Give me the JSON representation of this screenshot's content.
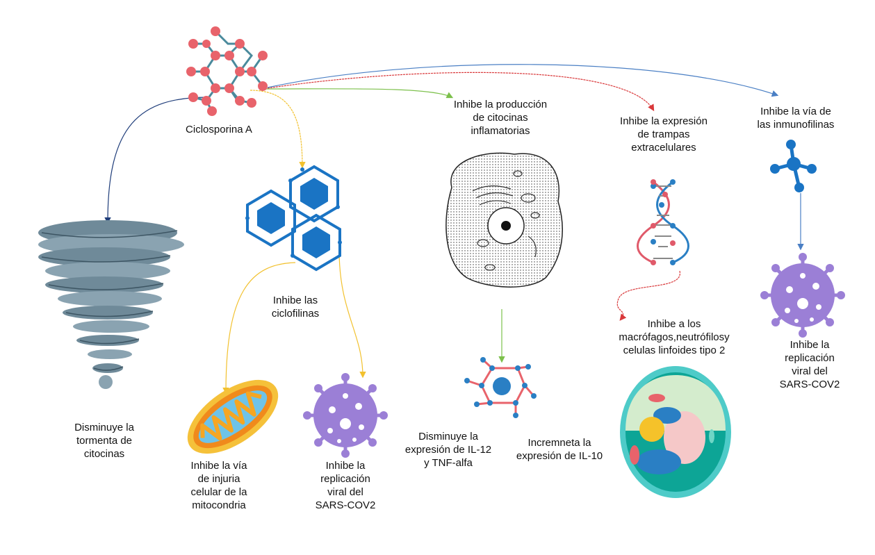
{
  "labels": {
    "cyclosporine": "Ciclosporina A",
    "cytokine_storm": "Disminuye la\ntormenta de\ncitocinas",
    "cyclophilins": "Inhibe las\nciclofilinas",
    "mitochondria": "Inhibe la vía\nde injuria\ncelular de la\nmitocondria",
    "viral_replication_1": "Inhibe la\nreplicación\nviral del\nSARS-COV2",
    "inflammatory_cytokines": "Inhibe la producción\nde citocinas\ninflamatorias",
    "il12_tnf": "Disminuye la\nexpresión de IL-12\ny TNF-alfa",
    "il10": "Incremneta la\nexpresión de IL-10",
    "extracellular_traps": "Inhibe la expresión\nde trampas\nextracelulares",
    "macrophages": "Inhibe a los\nmacrófagos,neutrófilosy\ncelulas linfoides tipo 2",
    "immunophilins": "Inhibe la vía de\nlas inmunofilinas",
    "viral_replication_2": "Inhibe la\nreplicación\nviral del\nSARS-COV2"
  },
  "colors": {
    "molecule_node": "#e8636b",
    "molecule_bond": "#4a8a9c",
    "arrow_navy": "#1f3d7a",
    "arrow_yellow": "#f2c12e",
    "arrow_green": "#7cc04b",
    "arrow_red": "#d9383a",
    "arrow_blue": "#4a7fc4",
    "hexagon_blue": "#1a74c4",
    "virus_purple": "#9b7fd6",
    "tornado": "#6f8a99",
    "dna_red": "#e05a6a",
    "dna_blue": "#2a7fc4",
    "cell_teal": "#4ecbc8"
  },
  "icons": [
    "molecule-icon",
    "tornado-icon",
    "hexagon-cluster-icon",
    "mitochondria-icon",
    "virus-icon",
    "cell-icon",
    "dendritic-cell-icon",
    "dna-icon",
    "macrophage-icon",
    "immunophilin-icon"
  ]
}
